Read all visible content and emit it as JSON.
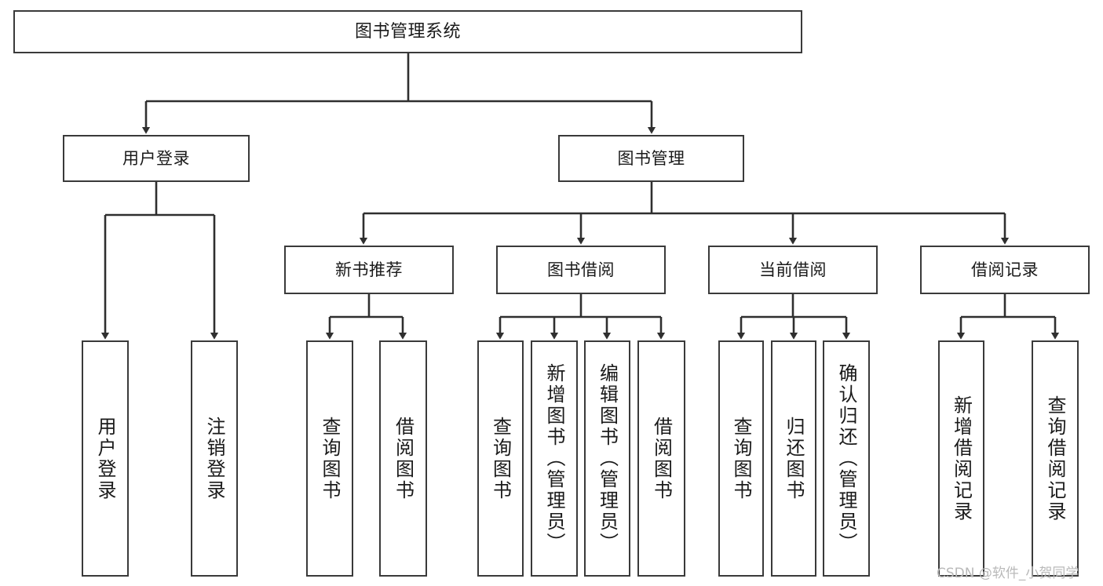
{
  "diagram": {
    "title": "图书管理系统",
    "watermark": "CSDN @软件_小贺同学",
    "colors": {
      "box_border": "#3a3a3a",
      "box_fill": "#ffffff",
      "edge": "#2f2f2f",
      "text": "#1a1a1a",
      "watermark": "#b9b9b9",
      "background": "#ffffff"
    },
    "nodes": {
      "root": {
        "label": "图书管理系统"
      },
      "level1": [
        {
          "id": "user-login",
          "label": "用户登录"
        },
        {
          "id": "book-management",
          "label": "图书管理"
        }
      ],
      "level2": [
        {
          "id": "new-book-recommend",
          "label": "新书推荐"
        },
        {
          "id": "book-borrow",
          "label": "图书借阅"
        },
        {
          "id": "current-borrow",
          "label": "当前借阅"
        },
        {
          "id": "borrow-record",
          "label": "借阅记录"
        }
      ],
      "leaves": {
        "user_login": [
          {
            "id": "leaf-user-login",
            "label": "用户登录"
          },
          {
            "id": "leaf-logout-login",
            "label": "注销登录"
          }
        ],
        "new_book_recommend": [
          {
            "id": "leaf-query-book-1",
            "label": "查询图书"
          },
          {
            "id": "leaf-borrow-book-1",
            "label": "借阅图书"
          }
        ],
        "book_borrow": [
          {
            "id": "leaf-query-book-2",
            "label": "查询图书"
          },
          {
            "id": "leaf-add-book-admin",
            "label": "新增图书（管理员）"
          },
          {
            "id": "leaf-edit-book-admin",
            "label": "编辑图书（管理员）"
          },
          {
            "id": "leaf-borrow-book-2",
            "label": "借阅图书"
          }
        ],
        "current_borrow": [
          {
            "id": "leaf-query-book-3",
            "label": "查询图书"
          },
          {
            "id": "leaf-return-book",
            "label": "归还图书"
          },
          {
            "id": "leaf-confirm-return-admin",
            "label": "确认归还（管理员）"
          }
        ],
        "borrow_record": [
          {
            "id": "leaf-add-borrow-record",
            "label": "新增借阅记录"
          },
          {
            "id": "leaf-query-borrow-record",
            "label": "查询借阅记录"
          }
        ]
      }
    }
  }
}
